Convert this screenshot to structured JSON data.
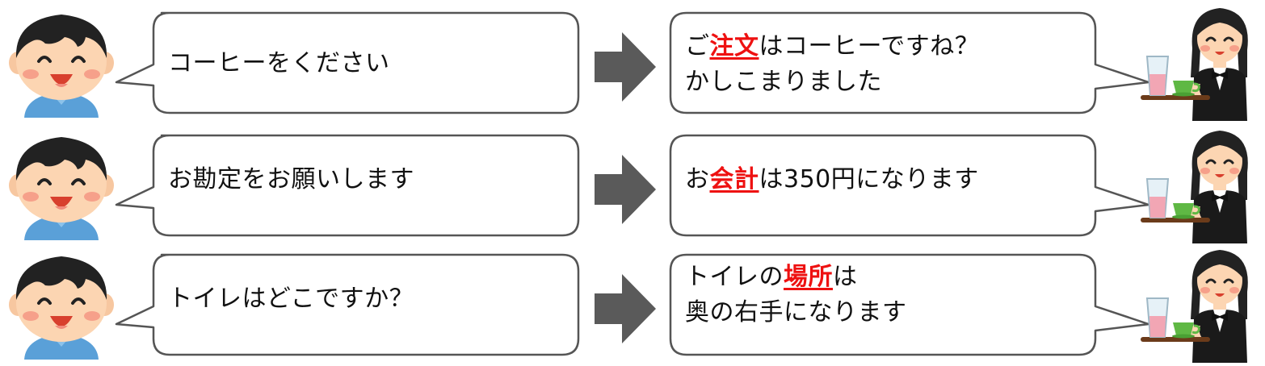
{
  "rows": [
    {
      "customer": "コーヒーをください",
      "staff_line1": {
        "pre": "ご",
        "key": "注文",
        "post": "はコーヒーですね？"
      },
      "staff_line2": "かしこまりました"
    },
    {
      "customer": "お勘定をお願いします",
      "staff_line1": {
        "pre": "お",
        "key": "会計",
        "post": "は350円になります"
      },
      "staff_line2": ""
    },
    {
      "customer": "トイレはどこですか？",
      "staff_line1": {
        "pre": "トイレの",
        "key": "場所",
        "post": "は"
      },
      "staff_line2": "奥の右手になります"
    }
  ],
  "colors": {
    "keyword": "#ee1111",
    "arrow": "#5a5a5a",
    "bubble_border": "#555555"
  },
  "icons": [
    "boy-customer-icon",
    "right-arrow-icon",
    "waitress-icon"
  ]
}
